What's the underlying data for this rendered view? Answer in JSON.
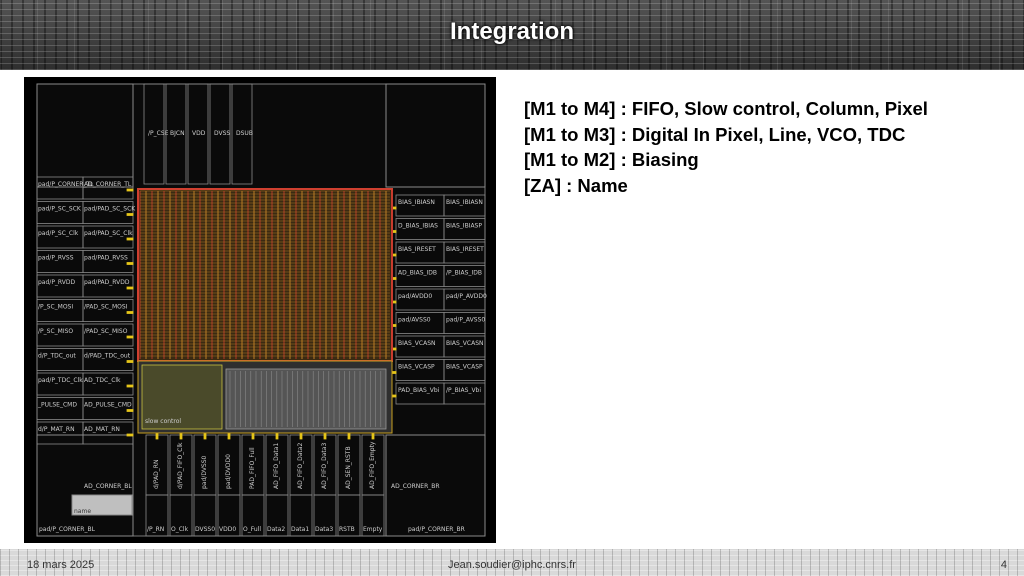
{
  "slide": {
    "title": "Integration"
  },
  "notes": [
    "[M1 to M4] : FIFO, Slow control, Column, Pixel",
    "[M1 to M3] : Digital In Pixel, Line, VCO, TDC",
    "[M1 to M2] : Biasing",
    "[ZA] : Name"
  ],
  "layout_image": {
    "pads_left": [
      "pad/P_CORNER_TL",
      "pad/P_SC_SCK",
      "pad/P_SC_Clk",
      "pad/P_RVSS",
      "pad/P_RVDD",
      "/P_SC_MOSI",
      "/P_SC_MISO",
      "d/P_TDC_out",
      "pad/P_TDC_Clk",
      "_PULSE_CMD",
      "d/P_MAT_RN"
    ],
    "pads_left_inner": [
      "AD_CORNER_TL",
      "pad/PAD_SC_SCK",
      "pad/PAD_SC_Clk",
      "pad/PAD_RVSS",
      "pad/PAD_RVDD",
      "/PAD_SC_MOSI",
      "/PAD_SC_MISO",
      "d/PAD_TDC_out",
      "AD_TDC_Clk",
      "AD_PULSE_CMD",
      "AD_MAT_RN"
    ],
    "pads_right": [
      "BIAS_IBIASN",
      "BIAS_IBIASP",
      "BIAS_IRESET",
      "/P_BIAS_IDB",
      "pad/P_AVDD0",
      "pad/P_AVSS0",
      "BIAS_VCASN",
      "BIAS_VCASP",
      "/P_BIAS_Vbi"
    ],
    "pads_right_inner": [
      "BIAS_IBIASN",
      "D_BIAS_IBIAS",
      "BIAS_IRESET",
      "AD_BIAS_IDB",
      "pad/AVDD0",
      "pad/AVSS0",
      "BIAS_VCASN",
      "BIAS_VCASP",
      "PAD_BIAS_Vbi"
    ],
    "pads_top": [
      "/P_CSE",
      "BJCN",
      "VDD",
      "DVSS",
      "DSUB"
    ],
    "pads_bottom": [
      "d/PAD_RN",
      "d/PAD_FIFO_Clk",
      "pad/DVSS0",
      "pad/DVDD0",
      "PAD_FIFO_Full",
      "AD_FIFO_Data1",
      "AD_FIFO_Data2",
      "AD_FIFO_Data3",
      "AD_SEN_RSTB",
      "AD_FIFO_Empty"
    ],
    "pads_bottom_labels": [
      "/P_RN",
      "O_Clk",
      "DVSS0",
      "VDD0",
      "O_Full",
      "Data2",
      "Data1",
      "Data3",
      "RSTB",
      "Empty"
    ],
    "corner_br": "AD_CORNER_BR",
    "corner_bl": "AD_CORNER_BL",
    "pad_corner_bl": "pad/P_CORNER_BL",
    "pad_corner_br": "pad/P_CORNER_BR",
    "name_block": "name",
    "control_block": "slow control"
  },
  "footer": {
    "date": "18 mars 2025",
    "email": "Jean.soudier@iphc.cnrs.fr",
    "page": "4"
  },
  "colors": {
    "matrix_orange": "#c8862a",
    "matrix_red": "#c0392b",
    "pad_outline": "#8a8a8a",
    "pin_yellow": "#e6c619"
  }
}
